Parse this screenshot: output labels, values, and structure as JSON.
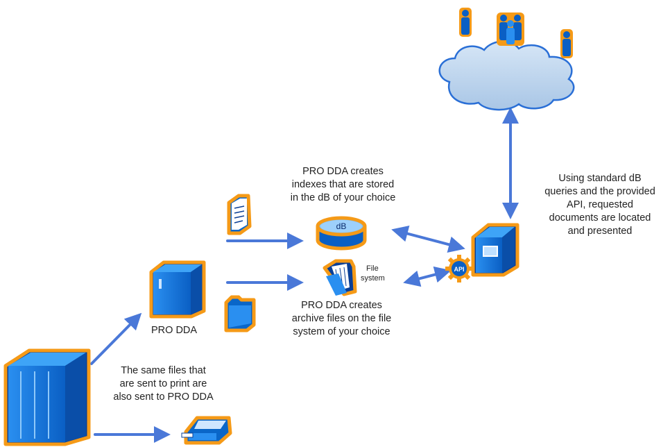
{
  "labels": {
    "pro_dda": "PRO DDA",
    "indexes": [
      "PRO DDA creates",
      "indexes that are stored",
      "in the dB of your choice"
    ],
    "archive": [
      "PRO DDA creates",
      "archive files on the file",
      "system of your choice"
    ],
    "same_files": [
      "The same files that",
      "are sent to print are",
      "also sent to PRO DDA"
    ],
    "api_text": [
      "Using standard dB",
      "queries and the provided",
      "API, requested",
      "documents are located",
      "and presented"
    ],
    "db": "dB",
    "file_system": [
      "File",
      "system"
    ],
    "api": "API"
  },
  "colors": {
    "outline": "#f59a17",
    "arrow_fill": "#4a78d8",
    "arrow_stroke": "#2e3fb0",
    "server_blue": "#0a73d6",
    "cloud": "#bcd4ec"
  }
}
